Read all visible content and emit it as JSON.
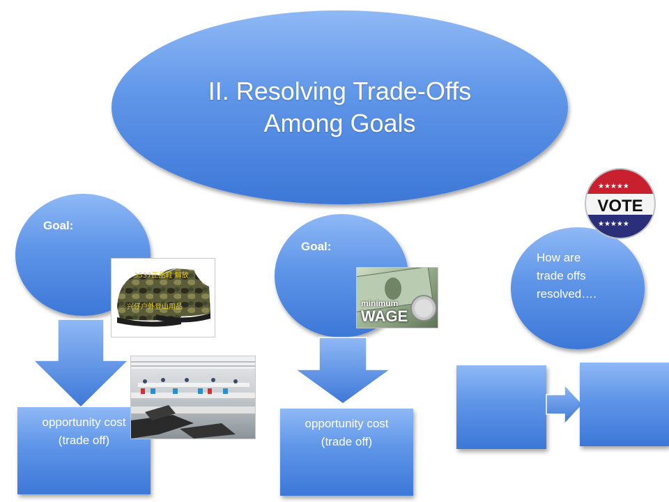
{
  "title": {
    "line1": "II.  Resolving Trade-Offs",
    "line2": "Among Goals"
  },
  "goals": [
    {
      "label": "Goal:"
    },
    {
      "label": "Goal:"
    }
  ],
  "question": {
    "line1": "How are",
    "line2": "trade offs",
    "line3": "resolved…."
  },
  "boxes": [
    {
      "line1": "opportunity cost",
      "line2": "(trade off)"
    },
    {
      "line1": "opportunity cost",
      "line2": "(trade off)"
    }
  ],
  "images": {
    "shoes_caption_line1": "3537正品鞋 解放",
    "shoes_caption_line2": "兴仔户外登山用品",
    "wage_text_line1": "minimum",
    "wage_text_line2": "WAGE",
    "vote_text": "VOTE"
  },
  "colors": {
    "shape_light": "#8fb8f5",
    "shape_dark": "#3d78d8",
    "text": "#ffffff",
    "vote_red": "#c8202f",
    "vote_blue": "#2b2f7a"
  }
}
